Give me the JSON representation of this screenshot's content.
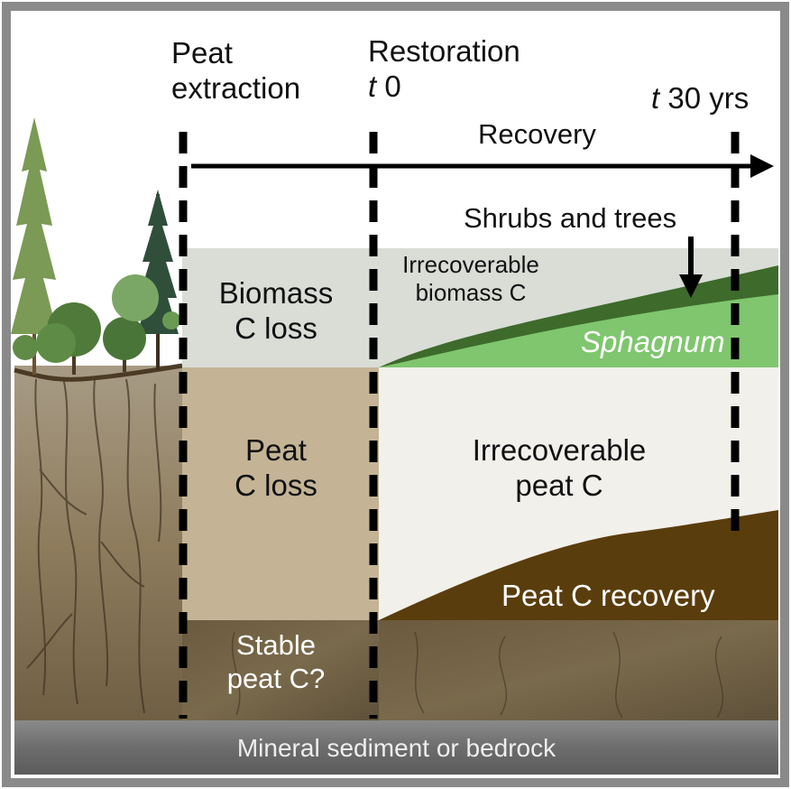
{
  "phases": {
    "extraction": {
      "line1": "Peat",
      "line2": "extraction"
    },
    "restoration": {
      "line1": "Restoration",
      "t_symbol": "t",
      "t_value": "0"
    },
    "endpoint": {
      "t_symbol": "t",
      "t_value": "30 yrs"
    }
  },
  "arrow": {
    "label": "Recovery"
  },
  "labels": {
    "shrubs_trees": "Shrubs and trees",
    "irrecoverable_biomass": {
      "line1": "Irrecoverable",
      "line2": "biomass C"
    },
    "sphagnum": "Sphagnum",
    "biomass_loss": {
      "line1": "Biomass",
      "line2": "C loss"
    },
    "peat_loss": {
      "line1": "Peat",
      "line2": "C loss"
    },
    "irrecoverable_peat": {
      "line1": "Irrecoverable",
      "line2": "peat C"
    },
    "peat_recovery": "Peat C recovery",
    "stable_peat": {
      "line1": "Stable",
      "line2": "peat C?"
    },
    "bedrock": "Mineral sediment or bedrock"
  },
  "colors": {
    "frame": "#8a8a8a",
    "biomass_zone": "#d9ddd6",
    "peat_loss_zone": "#c4b495",
    "irrecoverable_peat_zone": "#f1f0ea",
    "peat_recovery": "#5a3d0c",
    "sphagnum": "#7fc66e",
    "shrubs_trees": "#3e6a2c",
    "soil": "#7b6a4e",
    "bedrock": "#6e6e6e"
  }
}
